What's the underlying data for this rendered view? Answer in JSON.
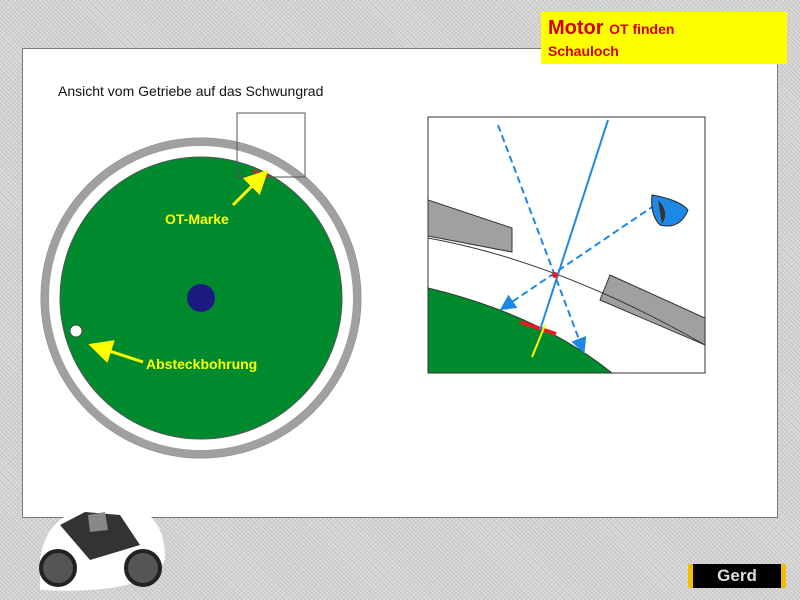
{
  "title": {
    "main": "Motor",
    "sub": "OT finden",
    "line2": "Schauloch"
  },
  "caption": "Ansicht vom Getriebe auf das Schwungrad",
  "labels": {
    "ot_mark": "OT-Marke",
    "pin_hole": "Absteckbohrung"
  },
  "logo": "Gerd",
  "colors": {
    "flywheel": "#008a2e",
    "ring": "#a0a0a0",
    "hub": "#1a1a80",
    "label": "#ffff00",
    "mark": "#e02020",
    "sight_line": "#1e88e5",
    "title_bg": "#ffff00",
    "title_text": "#d40000"
  }
}
